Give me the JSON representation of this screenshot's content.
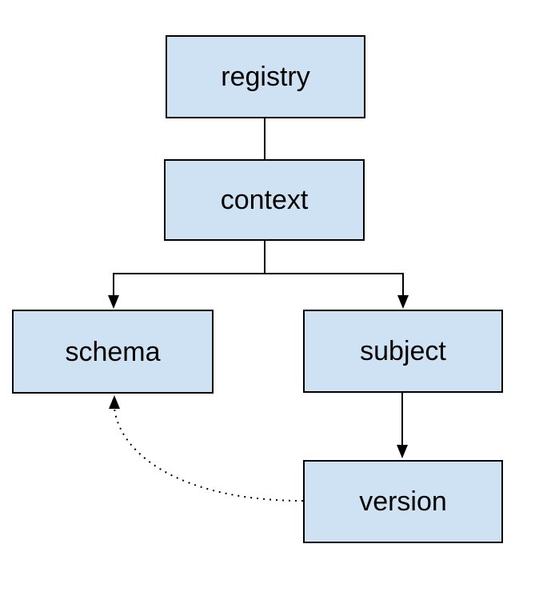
{
  "diagram": {
    "nodes": [
      {
        "id": "registry",
        "label": "registry"
      },
      {
        "id": "context",
        "label": "context"
      },
      {
        "id": "schema",
        "label": "schema"
      },
      {
        "id": "subject",
        "label": "subject"
      },
      {
        "id": "version",
        "label": "version"
      }
    ],
    "edges": [
      {
        "from": "registry",
        "to": "context",
        "style": "solid",
        "arrow": "none"
      },
      {
        "from": "context",
        "to": "schema",
        "style": "solid",
        "arrow": "end"
      },
      {
        "from": "context",
        "to": "subject",
        "style": "solid",
        "arrow": "end"
      },
      {
        "from": "subject",
        "to": "version",
        "style": "solid",
        "arrow": "end"
      },
      {
        "from": "version",
        "to": "schema",
        "style": "dotted",
        "arrow": "end"
      }
    ],
    "colors": {
      "node_fill": "#cfe2f3",
      "node_border": "#000000",
      "line": "#000000",
      "background": "#ffffff"
    }
  }
}
